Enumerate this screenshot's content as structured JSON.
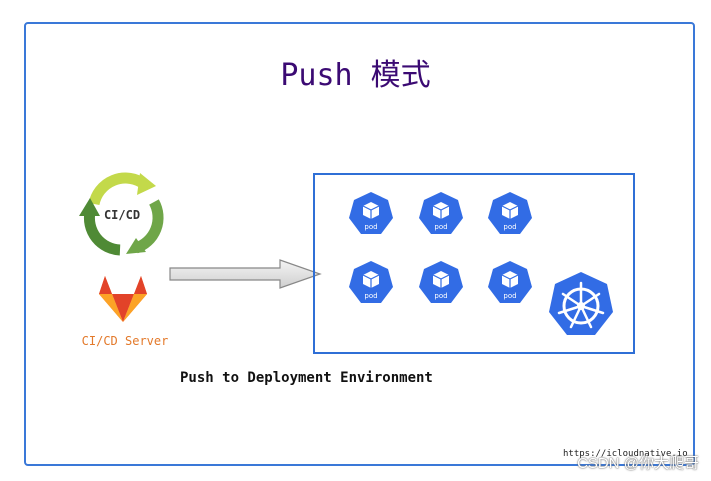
{
  "title": "Push 模式",
  "cicd_icon": {
    "label": "CI/CD",
    "icon": "cicd-cycle-icon"
  },
  "gitlab_icon": {
    "icon": "gitlab-icon"
  },
  "server_label": "CI/CD Server",
  "caption": "Push to Deployment Environment",
  "pods": [
    {
      "label": "pod"
    },
    {
      "label": "pod"
    },
    {
      "label": "pod"
    },
    {
      "label": "pod"
    },
    {
      "label": "pod"
    },
    {
      "label": "pod"
    }
  ],
  "k8s_icon": {
    "icon": "kubernetes-wheel-icon"
  },
  "source": "https://icloudnative.io",
  "watermark": "CSDN @你大爬哥",
  "colors": {
    "frame": "#3a78d8",
    "title": "#3b0a73",
    "pod": "#326ce5",
    "server_label": "#e3792a",
    "cycle_green_dark": "#5e9b3e",
    "cycle_green_light": "#c3d94a"
  }
}
